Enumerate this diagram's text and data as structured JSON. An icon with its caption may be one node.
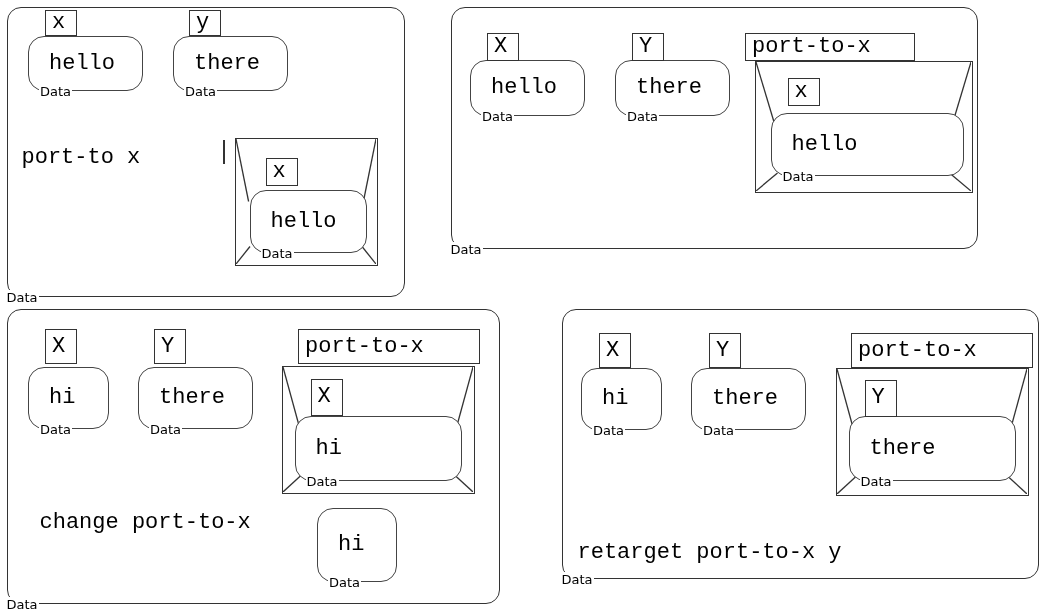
{
  "diagram": {
    "nodes": [
      {
        "text": [
          "Data"
        ]
      },
      {
        "text": [
          "x"
        ],
        "in": 0
      },
      {
        "text": [
          "hello",
          "Data"
        ],
        "in": 0
      },
      {
        "text": [
          "y"
        ],
        "in": 0
      },
      {
        "text": [
          "there",
          "Data"
        ],
        "in": 0
      },
      {
        "text": [],
        "shape": "box",
        "in": 0
      },
      {
        "text": [
          "x"
        ],
        "in": 5
      },
      {
        "text": [
          "hello",
          "Data"
        ],
        "in": 5
      },
      {
        "text": [
          "Data"
        ]
      },
      {
        "text": [
          "X"
        ],
        "in": 8
      },
      {
        "text": [
          "hello",
          "Data"
        ],
        "in": 8
      },
      {
        "text": [
          "Y"
        ],
        "in": 8
      },
      {
        "text": [
          "there",
          "Data"
        ],
        "in": 8
      },
      {
        "text": [
          "port-to-x"
        ],
        "in": 8
      },
      {
        "text": [],
        "shape": "box",
        "in": 8
      },
      {
        "text": [
          "x"
        ],
        "in": 14
      },
      {
        "text": [
          "hello",
          "Data"
        ],
        "in": 14
      },
      {
        "text": [
          "Data"
        ]
      },
      {
        "text": [
          "X"
        ],
        "in": 17
      },
      {
        "text": [
          "hi",
          "Data"
        ],
        "in": 17
      },
      {
        "text": [
          "Y"
        ],
        "in": 17
      },
      {
        "text": [
          "there",
          "Data"
        ],
        "in": 17
      },
      {
        "text": [
          "port-to-x"
        ],
        "in": 17
      },
      {
        "text": [],
        "shape": "box",
        "in": 17
      },
      {
        "text": [
          "X"
        ],
        "in": 23
      },
      {
        "text": [
          "hi",
          "Data"
        ],
        "in": 23
      },
      {
        "text": [
          "hi",
          "Data"
        ],
        "in": 17
      },
      {
        "text": [
          "Data"
        ]
      },
      {
        "text": [
          "X"
        ],
        "in": 27
      },
      {
        "text": [
          "hi",
          "Data"
        ],
        "in": 27
      },
      {
        "text": [
          "Y"
        ],
        "in": 27
      },
      {
        "text": [
          "there",
          "Data"
        ],
        "in": 27
      },
      {
        "text": [
          "port-to-x"
        ],
        "in": 27
      },
      {
        "text": [],
        "shape": "box",
        "in": 27
      },
      {
        "text": [
          "Y"
        ],
        "in": 33
      },
      {
        "text": [
          "there",
          "Data"
        ],
        "in": 33
      }
    ],
    "edges": [],
    "labels": [
      "port-to x",
      "change port-to-x",
      "retarget port-to-x y"
    ]
  }
}
